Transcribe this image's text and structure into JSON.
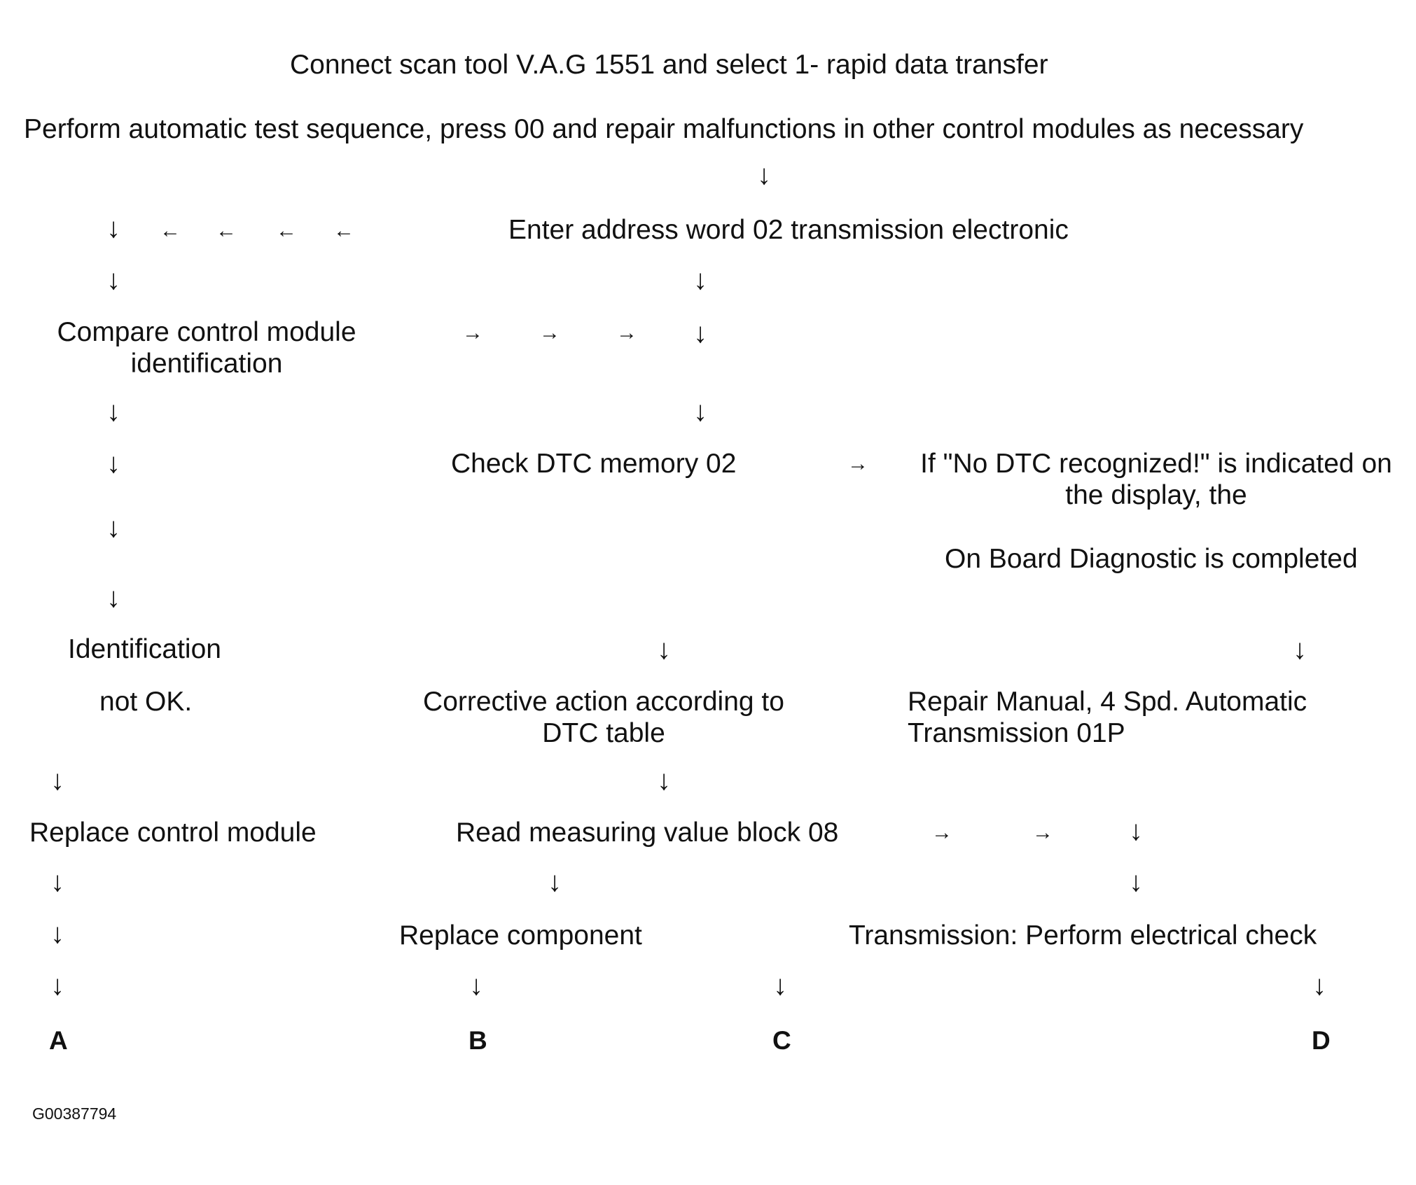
{
  "steps": {
    "connect": "Connect scan tool V.A.G 1551 and select 1- rapid data transfer",
    "auto_test": "Perform automatic test sequence, press 00 and repair malfunctions in other control modules as necessary",
    "enter_address": "Enter address word 02 transmission electronic",
    "compare_1": "Compare control module",
    "compare_2": "identification",
    "check_dtc": "Check DTC memory 02",
    "no_dtc_1": "If \"No DTC recognized!\" is indicated on",
    "no_dtc_2": "the display, the",
    "obd_complete": "On Board Diagnostic is completed",
    "ident_1": "Identification",
    "ident_2": "not OK.",
    "corrective_1": "Corrective action according to",
    "corrective_2": "DTC table",
    "repair_manual_1": "Repair Manual, 4 Spd. Automatic",
    "repair_manual_2": "Transmission 01P",
    "replace_module": "Replace control module",
    "read_block": "Read measuring value block 08",
    "replace_component": "Replace component",
    "electrical_check": "Transmission: Perform electrical check"
  },
  "outputs": {
    "a": "A",
    "b": "B",
    "c": "C",
    "d": "D"
  },
  "figure_id": "G00387794",
  "arrow_down": "↓",
  "arrow_left": "←",
  "arrow_right": "→"
}
